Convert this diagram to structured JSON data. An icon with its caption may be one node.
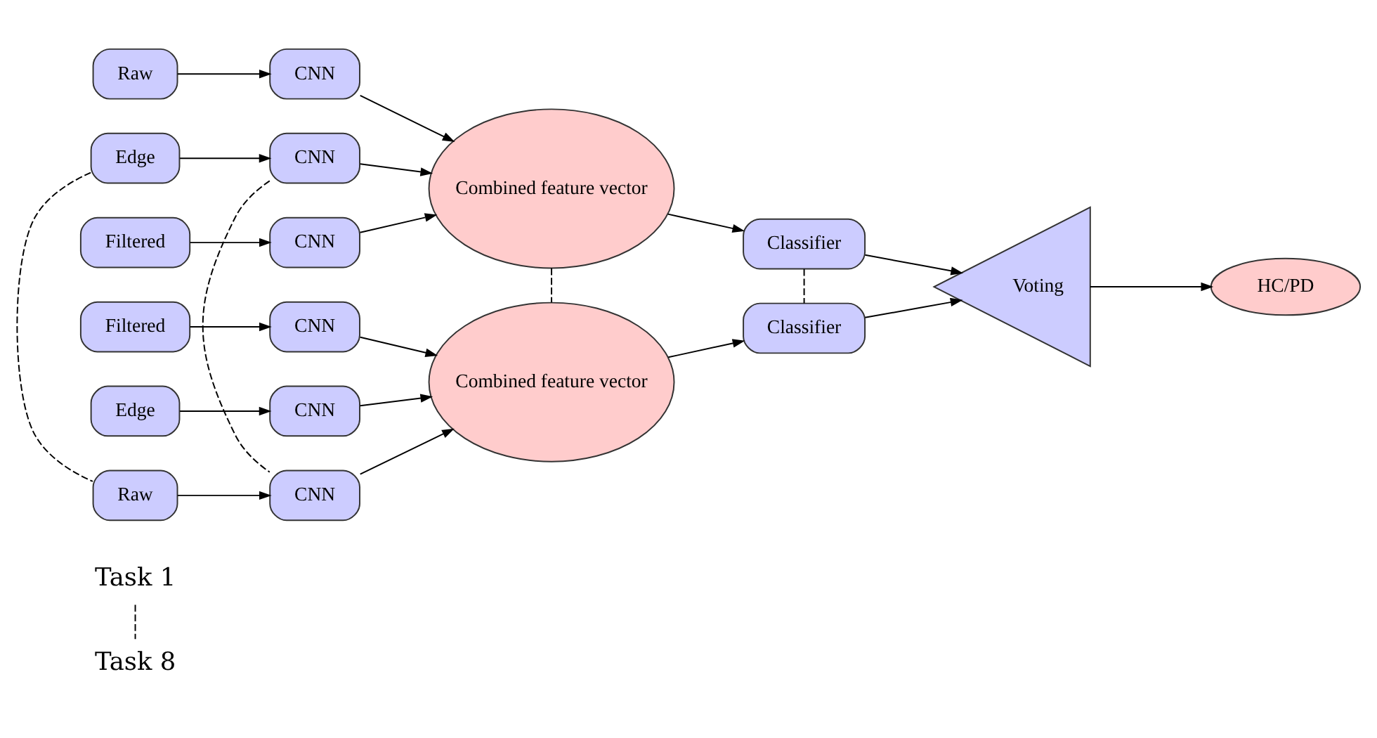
{
  "diagram": {
    "nodes": [
      {
        "text": [
          "Raw"
        ]
      },
      {
        "text": [
          "CNN"
        ]
      },
      {
        "text": [
          "Filtered"
        ]
      },
      {
        "text": [
          "CNN"
        ]
      },
      {
        "text": [
          "Edge"
        ]
      },
      {
        "text": [
          "CNN"
        ]
      },
      {
        "text": [
          "Combined feature vector"
        ]
      },
      {
        "text": [
          "Classifier"
        ]
      },
      {
        "text": [
          "Raw"
        ]
      },
      {
        "text": [
          "CNN"
        ]
      },
      {
        "text": [
          "Filtered"
        ]
      },
      {
        "text": [
          "CNN"
        ]
      },
      {
        "text": [
          "Edge"
        ]
      },
      {
        "text": [
          "CNN"
        ]
      },
      {
        "text": [
          "Combined feature vector"
        ]
      },
      {
        "text": [
          "Classifier"
        ]
      },
      {
        "text": [
          "Voting"
        ]
      },
      {
        "text": [
          "HC/PD"
        ]
      },
      {
        "text": [
          "Task 1"
        ]
      },
      {
        "text": [
          "Task 8"
        ]
      }
    ],
    "edges": [
      {
        "from": 0,
        "to": 1,
        "arrow": "to"
      },
      {
        "from": 2,
        "to": 3,
        "arrow": "to"
      },
      {
        "from": 4,
        "to": 5,
        "arrow": "to"
      },
      {
        "from": 1,
        "to": 6,
        "arrow": "to"
      },
      {
        "from": 3,
        "to": 6,
        "arrow": "to"
      },
      {
        "from": 5,
        "to": 6,
        "arrow": "to"
      },
      {
        "from": 6,
        "to": 7,
        "arrow": "to"
      },
      {
        "from": 7,
        "to": 16,
        "arrow": "to"
      },
      {
        "from": 8,
        "to": 9,
        "arrow": "to"
      },
      {
        "from": 10,
        "to": 11,
        "arrow": "to"
      },
      {
        "from": 12,
        "to": 13,
        "arrow": "to"
      },
      {
        "from": 9,
        "to": 14,
        "arrow": "to"
      },
      {
        "from": 11,
        "to": 14,
        "arrow": "to"
      },
      {
        "from": 13,
        "to": 14,
        "arrow": "to"
      },
      {
        "from": 14,
        "to": 15,
        "arrow": "to"
      },
      {
        "from": 15,
        "to": 16,
        "arrow": "to"
      },
      {
        "from": 16,
        "to": 17,
        "arrow": "to"
      },
      {
        "from": 4,
        "to": 8,
        "arrow": "none",
        "style": "dashed"
      },
      {
        "from": 5,
        "to": 9,
        "arrow": "none",
        "style": "dashed"
      },
      {
        "from": 6,
        "to": 14,
        "arrow": "none",
        "style": "dashed"
      },
      {
        "from": 7,
        "to": 15,
        "arrow": "none",
        "style": "dashed"
      },
      {
        "from": 18,
        "to": 19,
        "arrow": "none",
        "style": "dashed"
      }
    ]
  }
}
